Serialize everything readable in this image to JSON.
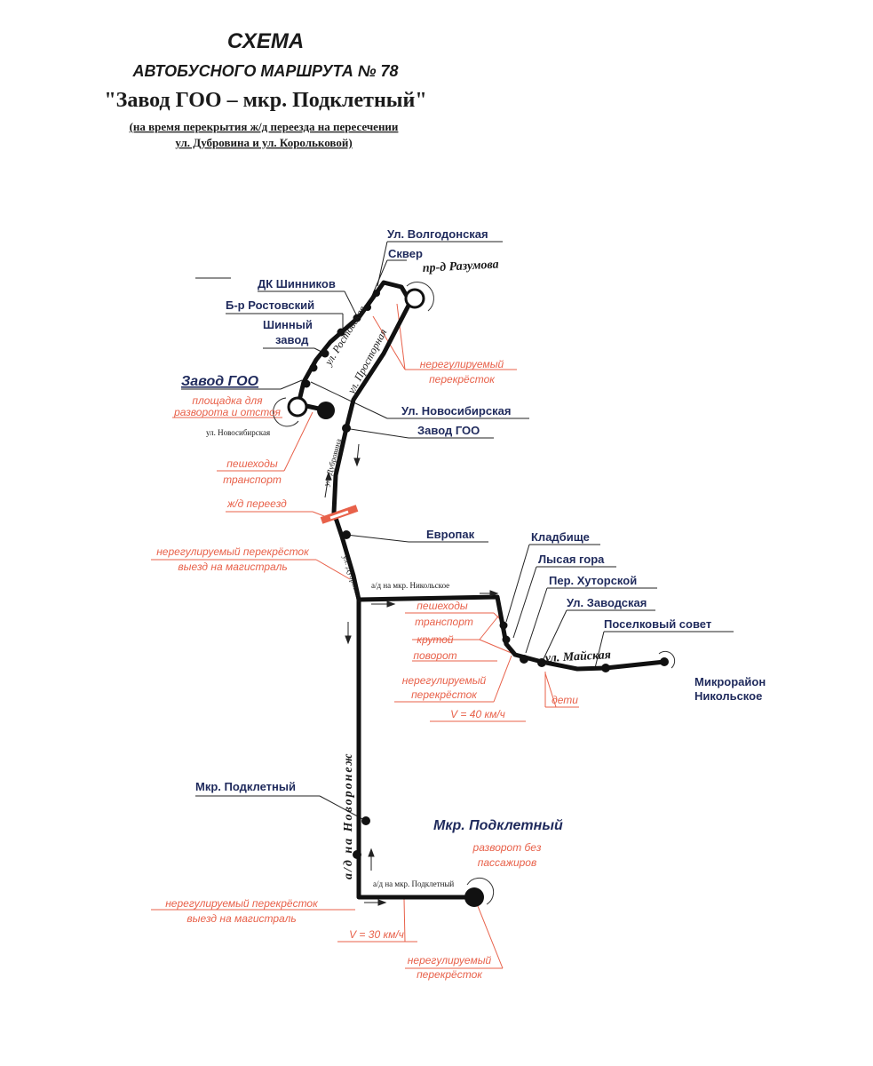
{
  "title": {
    "line1": "СХЕМА",
    "line2": "АВТОБУСНОГО МАРШРУТА № 78",
    "line3": "\"Завод ГОО – мкр. Подклетный\"",
    "line4": "(на время перекрытия ж/д переезда на пересечении",
    "line5": "ул. Дубровина и ул. Корольковой)"
  },
  "stops": {
    "volgodonskaya": "Ул. Волгодонская",
    "skver": "Сквер",
    "dk_shinnikov": "ДК Шинников",
    "br_rostovsky": "Б-р Ростовский",
    "shinny_1": "Шинный",
    "shinny_2": "завод",
    "zavod_goo_title": "Завод ГОО",
    "novosibirskaya": "Ул. Новосибирская",
    "zavod_goo": "Завод ГОО",
    "evropak": "Европак",
    "kladbische": "Кладбище",
    "lysaya_gora": "Лысая гора",
    "khutorskoy": "Пер. Хуторской",
    "zavodskaya": "Ул. Заводская",
    "poselkovy_sovet": "Поселковый совет",
    "mikrorayon_1": "Микрорайон",
    "mikrorayon_2": "Никольское",
    "podkletny_left": "Мкр. Подклетный",
    "podkletny_big": "Мкр. Подклетный"
  },
  "streets": {
    "razumova": "пр-д Разумова",
    "rostovskaya": "ул. Ростовская",
    "prostornaya": "ул. Просторная",
    "novosibirskaya_small": "ул. Новосибирская",
    "dubrovina_upper": "ул. Дубровина",
    "dubrovina_lower": "ул. Дубровина",
    "highway": "а/д на Новоронеж",
    "ad_nikolskoe": "а/д на мкр. Никольское",
    "mayskaya": "ул. Майская",
    "ad_podkletny": "а/д на мкр. Подклетный"
  },
  "notes": {
    "ploshadka_1": "площадка для",
    "ploshadka_2": "разворота и отстоя",
    "unreg_top_1": "нерегулируемый",
    "unreg_top_2": "перекрёсток",
    "pesh_1_a": "пешеходы",
    "pesh_1_b": "транспорт",
    "rail": "ж/д переезд",
    "unreg_mid_1": "нерегулируемый перекрёсток",
    "unreg_mid_2": "выезд на магистраль",
    "pesh_2_a": "пешеходы",
    "pesh_2_b": "транспорт",
    "krutoy_1": "крутой",
    "krutoy_2": "поворот",
    "unreg_may_1": "нерегулируемый",
    "unreg_may_2": "перекрёсток",
    "speed_40": "V = 40 км/ч",
    "deti": "дети",
    "razvorot_1": "разворот без",
    "razvorot_2": "пассажиров",
    "unreg_low_1": "нерегулируемый перекрёсток",
    "unreg_low_2": "выезд на магистраль",
    "speed_30": "V = 30 км/ч",
    "unreg_end_1": "нерегулируемый",
    "unreg_end_2": "перекрёсток"
  },
  "colors": {
    "route": "#111111",
    "stop_label": "#1f2a5c",
    "note": "#e8614a",
    "rail_marker": "#e8614a"
  }
}
